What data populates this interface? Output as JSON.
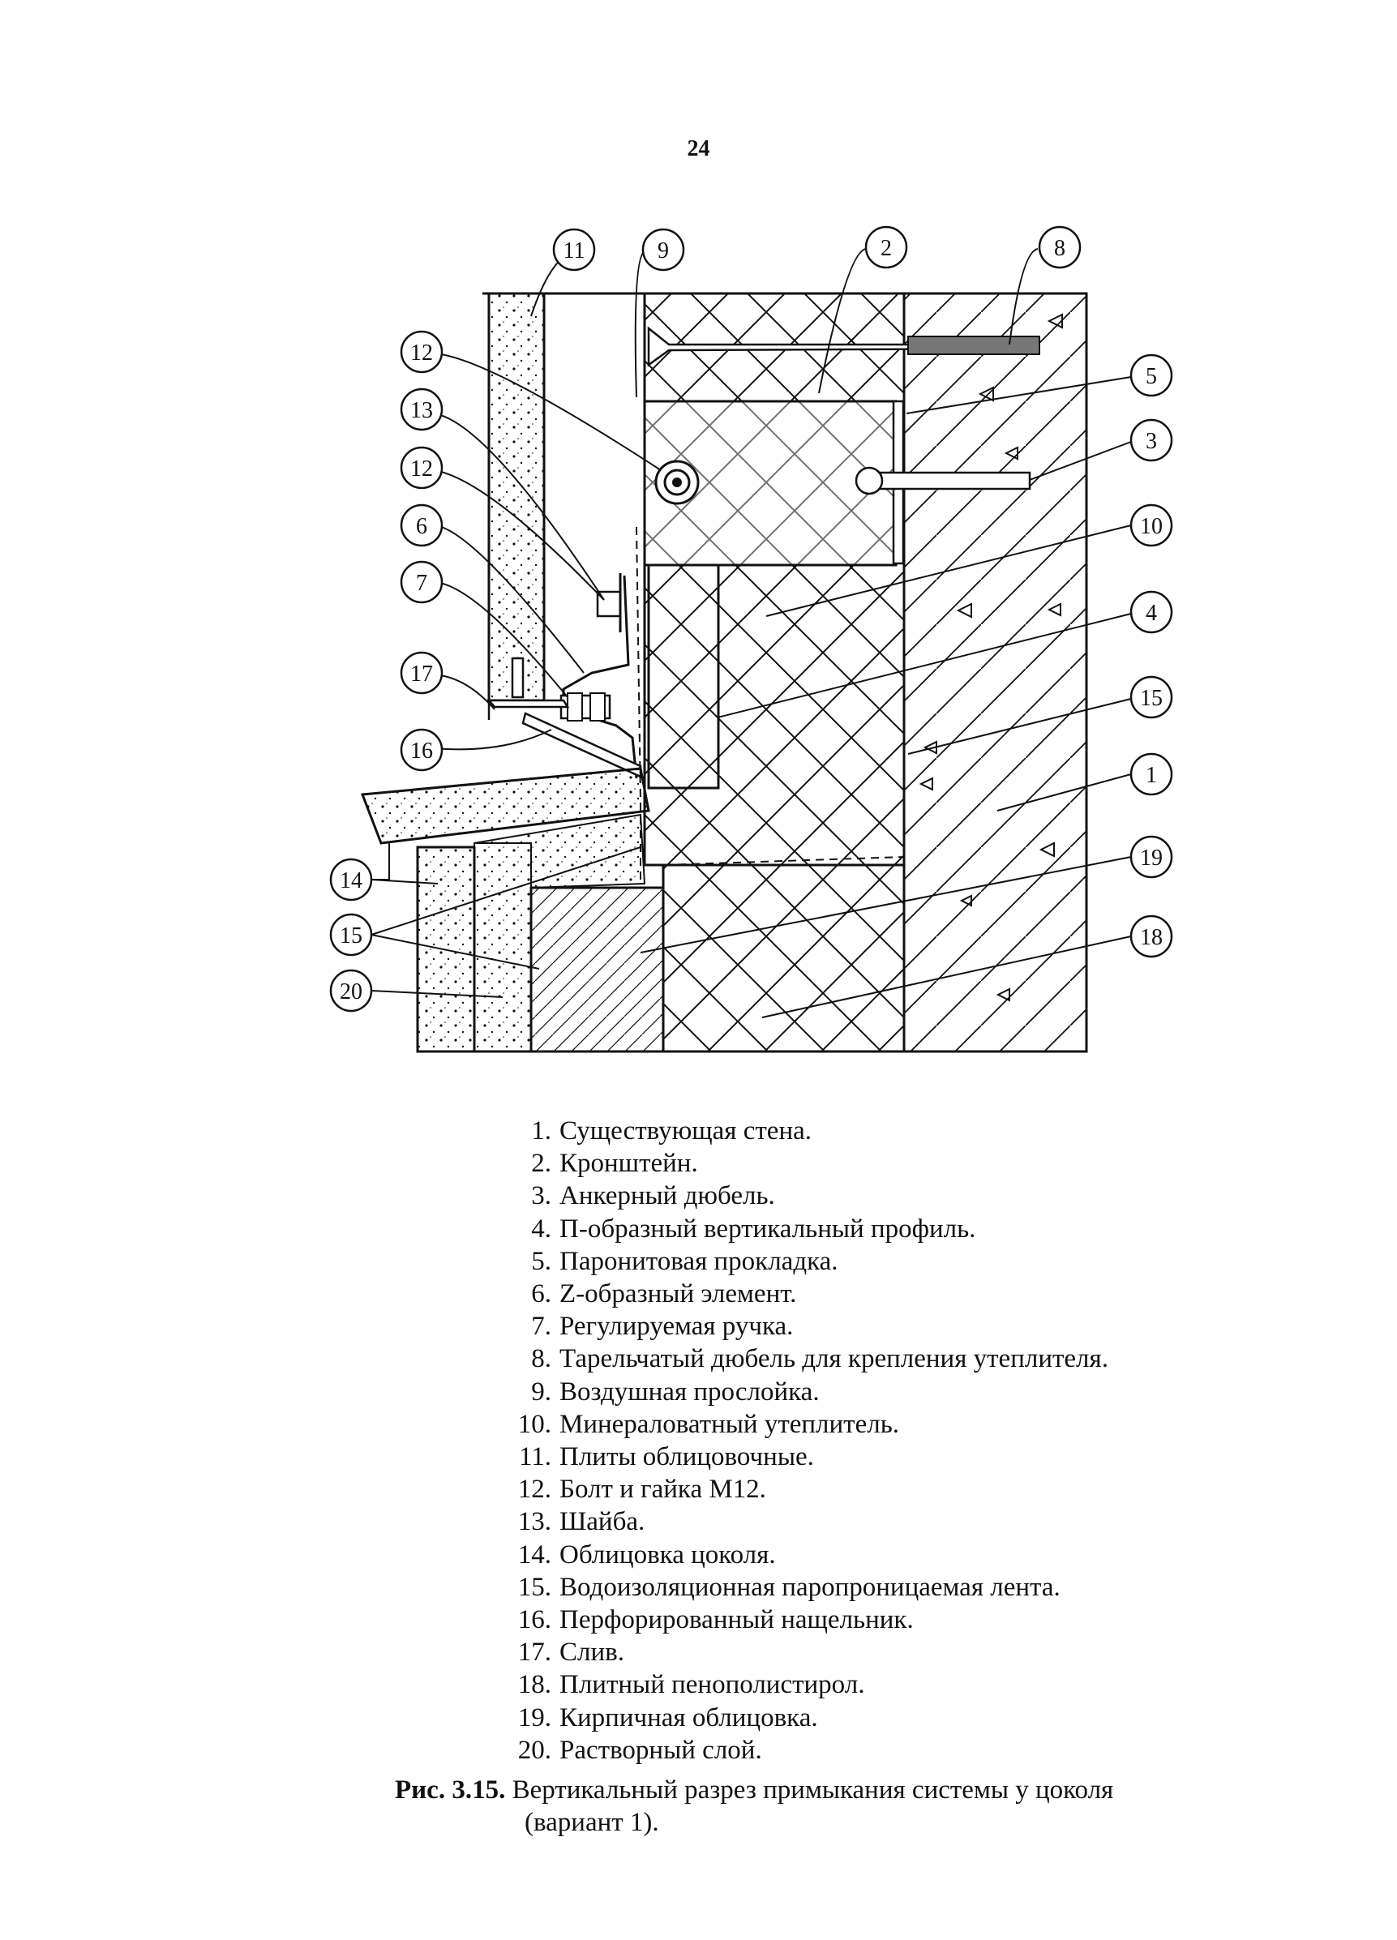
{
  "page": {
    "number": "24"
  },
  "figure": {
    "callouts": [
      "11",
      "9",
      "2",
      "8",
      "12",
      "13",
      "12",
      "6",
      "7",
      "17",
      "16",
      "5",
      "3",
      "10",
      "4",
      "15",
      "1",
      "19",
      "18",
      "14",
      "15",
      "20"
    ]
  },
  "legend": [
    {
      "num": "1.",
      "text": "Существующая стена."
    },
    {
      "num": "2.",
      "text": "Кронштейн."
    },
    {
      "num": "3.",
      "text": "Анкерный дюбель."
    },
    {
      "num": "4.",
      "text": "П-образный вертикальный профиль."
    },
    {
      "num": "5.",
      "text": "Паронитовая прокладка."
    },
    {
      "num": "6.",
      "text": "Z-образный элемент."
    },
    {
      "num": "7.",
      "text": "Регулируемая ручка."
    },
    {
      "num": "8.",
      "text": "Тарельчатый дюбель для крепления утеплителя."
    },
    {
      "num": "9.",
      "text": "Воздушная прослойка."
    },
    {
      "num": "10.",
      "text": "Минераловатный утеплитель."
    },
    {
      "num": "11.",
      "text": "Плиты облицовочные."
    },
    {
      "num": "12.",
      "text": "Болт и гайка М12."
    },
    {
      "num": "13.",
      "text": "Шайба."
    },
    {
      "num": "14.",
      "text": "Облицовка цоколя."
    },
    {
      "num": "15.",
      "text": "Водоизоляционная паропроницаемая лента."
    },
    {
      "num": "16.",
      "text": "Перфорированный нащельник."
    },
    {
      "num": "17.",
      "text": "Слив."
    },
    {
      "num": "18.",
      "text": "Плитный пенополистирол."
    },
    {
      "num": "19.",
      "text": "Кирпичная облицовка."
    },
    {
      "num": "20.",
      "text": "Растворный слой."
    }
  ],
  "caption": {
    "label": "Рис. 3.15.",
    "text": "Вертикальный разрез примыкания системы у цоколя",
    "text2": "(вариант 1)."
  }
}
